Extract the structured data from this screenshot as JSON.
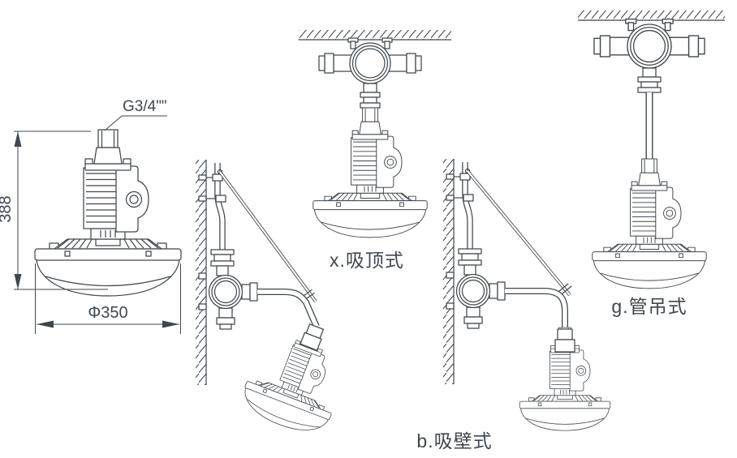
{
  "diagram": {
    "kind": "lamp installation technical drawing",
    "line_color": "#40474e",
    "background_color": "#ffffff"
  },
  "dims": {
    "thread": "G3/4\"\"",
    "height": "388",
    "diameter": "Φ350"
  },
  "views": {
    "ceiling": "x.吸顶式",
    "wall": "b.吸壁式",
    "pipe": "g.管吊式"
  }
}
